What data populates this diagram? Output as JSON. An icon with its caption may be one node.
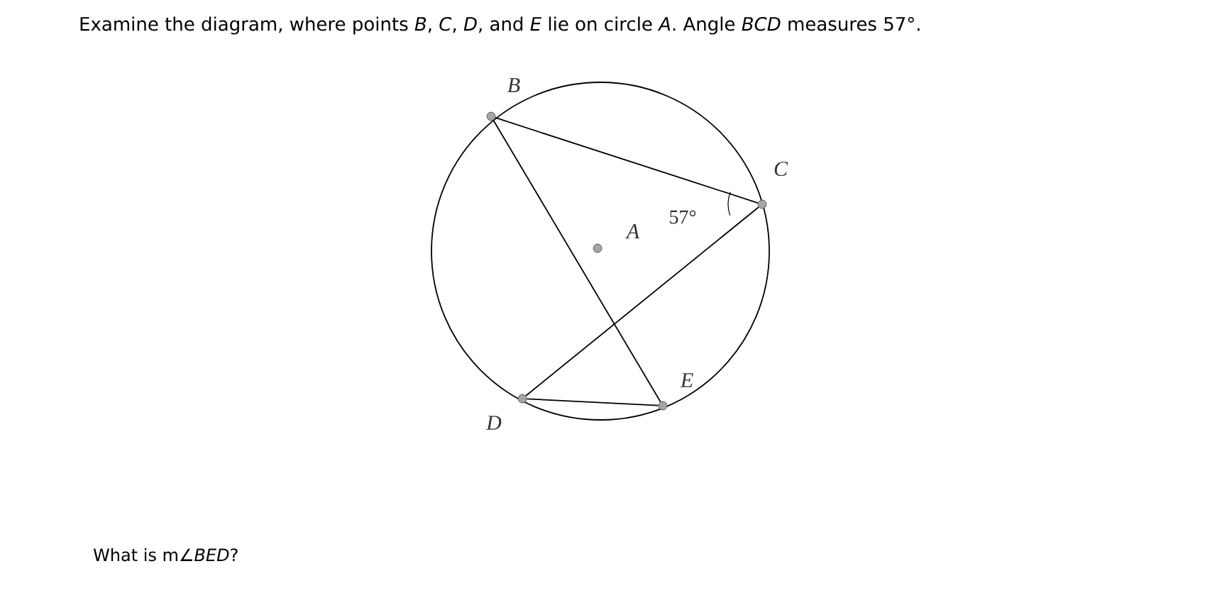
{
  "diagram": {
    "title": "Examine the diagram, where points *B*, *C*, *D*, and *E* lie on circle *A*. Angle *BCD* measures 57°.",
    "nodes": [
      {
        "text": [],
        "shape": "circle",
        "beside": [
          "B"
        ]
      },
      {
        "text": [],
        "shape": "circle",
        "beside": [
          "C"
        ]
      },
      {
        "text": [],
        "shape": "circle",
        "beside": [
          "A"
        ]
      },
      {
        "text": [],
        "shape": "circle",
        "beside": [
          "D"
        ]
      },
      {
        "text": [],
        "shape": "circle",
        "beside": [
          "E"
        ]
      }
    ],
    "edges": [
      {
        "from": 0,
        "to": 1,
        "arrow": "none"
      },
      {
        "from": 1,
        "to": 3,
        "arrow": "none"
      },
      {
        "from": 0,
        "to": 4,
        "arrow": "none"
      },
      {
        "from": 3,
        "to": 4,
        "arrow": "none"
      }
    ],
    "labels": [
      "57°",
      "What is m∠*BED*?"
    ]
  }
}
